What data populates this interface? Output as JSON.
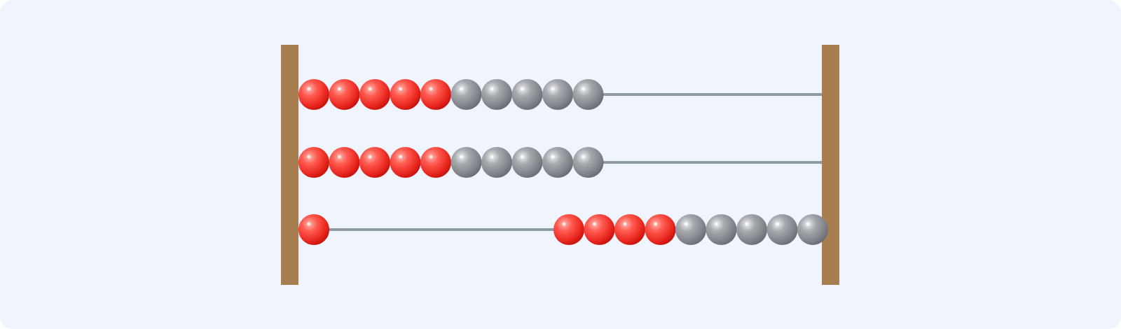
{
  "colors": {
    "background": "#f0f4fd",
    "frame": "#a87d50",
    "wire": "#9199a2",
    "bead_red": "#f23a35",
    "bead_gray": "#8a8d93"
  },
  "abacus": {
    "rods": [
      {
        "name": "rod-1",
        "left_group": [
          "red",
          "red",
          "red",
          "red",
          "red",
          "gray",
          "gray",
          "gray",
          "gray",
          "gray"
        ],
        "right_group": []
      },
      {
        "name": "rod-2",
        "left_group": [
          "red",
          "red",
          "red",
          "red",
          "red",
          "gray",
          "gray",
          "gray",
          "gray",
          "gray"
        ],
        "right_group": []
      },
      {
        "name": "rod-3",
        "left_group": [
          "red"
        ],
        "right_group": [
          "red",
          "red",
          "red",
          "red",
          "gray",
          "gray",
          "gray",
          "gray",
          "gray"
        ]
      }
    ]
  }
}
